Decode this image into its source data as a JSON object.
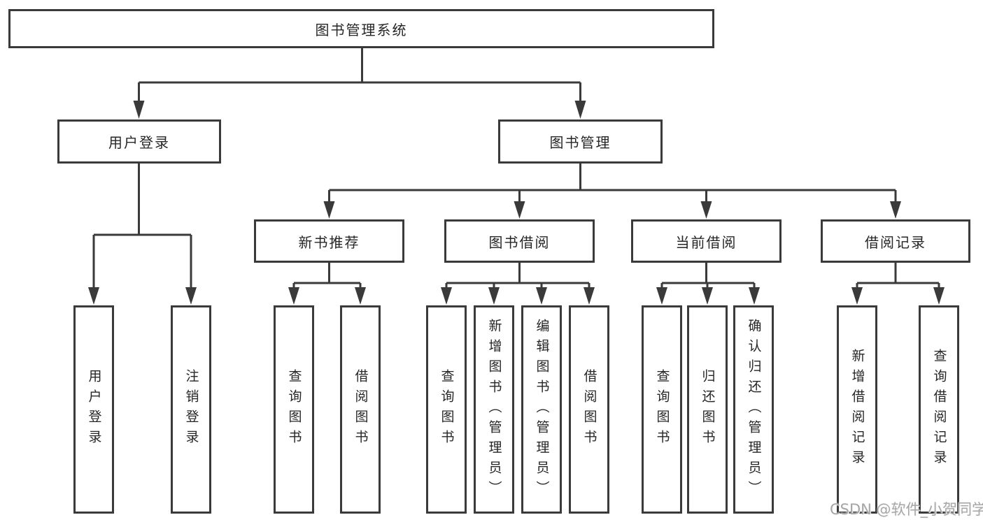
{
  "diagram": {
    "root": {
      "label": "图书管理系统"
    },
    "level2": [
      {
        "label": "用户登录",
        "leaves": [
          {
            "label": "用户登录"
          },
          {
            "label": "注销登录"
          }
        ]
      },
      {
        "label": "图书管理",
        "children": [
          {
            "label": "新书推荐",
            "leaves": [
              {
                "label": "查询图书"
              },
              {
                "label": "借阅图书"
              }
            ]
          },
          {
            "label": "图书借阅",
            "leaves": [
              {
                "label": "查询图书"
              },
              {
                "label": "新增图书（管理员）"
              },
              {
                "label": "编辑图书（管理员）"
              },
              {
                "label": "借阅图书"
              }
            ]
          },
          {
            "label": "当前借阅",
            "leaves": [
              {
                "label": "查询图书"
              },
              {
                "label": "归还图书"
              },
              {
                "label": "确认归还（管理员）"
              }
            ]
          },
          {
            "label": "借阅记录",
            "leaves": [
              {
                "label": "新增借阅记录"
              },
              {
                "label": "查询借阅记录"
              }
            ]
          }
        ]
      }
    ]
  },
  "watermark": {
    "text": "CSDN @软件_小贺同学"
  },
  "colors": {
    "line": "#3a3a3a",
    "text": "#262626",
    "background": "#ffffff",
    "watermark": "#a6a6a6"
  }
}
